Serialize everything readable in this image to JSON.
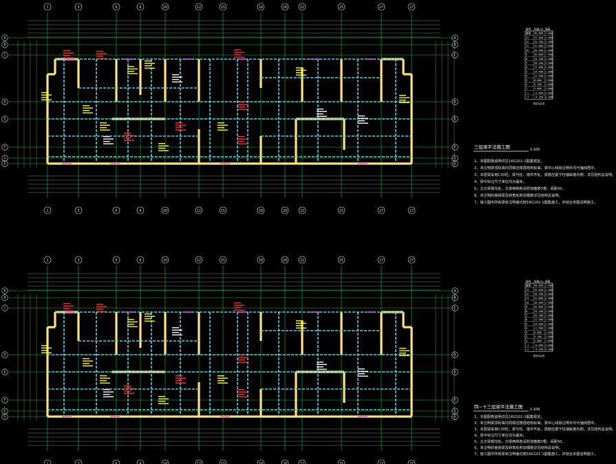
{
  "drawing": {
    "background": "#000000",
    "colors": {
      "axis": "#00c853",
      "wall": "#ffe27a",
      "beam": "#49d8e8",
      "grid": "#dcdcdc",
      "text_red": "#ff3030",
      "text_yellow": "#ffff00",
      "text_magenta": "#ff40ff",
      "text_white": "#ffffff"
    },
    "axis_labels_x": [
      "1",
      "3",
      "6",
      "8",
      "10",
      "12",
      "15",
      "18",
      "20",
      "22",
      "25",
      "27"
    ],
    "axis_labels_y": [
      "A",
      "B",
      "C",
      "D",
      "E",
      "F",
      "G"
    ],
    "plans": [
      {
        "title": "三层梁平法施工图",
        "scale": "1:100",
        "notes": [
          "1、本图配筋说明详见16G101-1图集规定。",
          "2、未注明梁顶标高均同相应楼层结构标高，梁中心线除注明外均与轴线居中。",
          "3、本层梁采用C30砼，梁与柱、墙平齐处，梁筋应置于柱墙纵筋内侧，详见结构总说明。",
          "4、梁中标注尺寸单位均为毫米。",
          "5、主次梁相交处，次梁两侧各设附加箍筋3根，间距50。",
          "6、未注明的悬挑梁及转角处附加钢筋详见结构总说明。",
          "7、施工图中所有梁未注明者均按16G101-1图集施工，并结合本图说明施工。"
        ],
        "table_caption": "楼层标高表"
      },
      {
        "title": "四~十三层梁平法施工图",
        "scale": "1:100",
        "notes": [
          "1、本图配筋说明详见16G101-1图集规定。",
          "2、未注明梁顶标高均同相应楼层结构标高，梁中心线除注明外均与轴线居中。",
          "3、本层梁采用C30砼，梁与柱、墙平齐处，梁筋应置于柱墙纵筋内侧，详见结构总说明。",
          "4、梁中标注尺寸单位均为毫米。",
          "5、主次梁相交处，次梁两侧各设附加箍筋3根，间距50。",
          "6、未注明的悬挑梁及转角处附加钢筋详见结构总说明。",
          "7、施工图中所有梁未注明者均按16G101-1图集施工，并结合本图说明施工。"
        ],
        "table_caption": "楼层标高表"
      }
    ],
    "floor_table": {
      "headers": [
        "层号",
        "标高(m)",
        "层高"
      ],
      "rows": [
        [
          "屋面",
          "40.600",
          "3.000"
        ],
        [
          "13",
          "37.600",
          "2.900"
        ],
        [
          "12",
          "34.700",
          "2.900"
        ],
        [
          "11",
          "31.800",
          "2.900"
        ],
        [
          "10",
          "28.900",
          "2.900"
        ],
        [
          "9",
          "26.000",
          "2.900"
        ],
        [
          "8",
          "23.100",
          "2.900"
        ],
        [
          "7",
          "20.200",
          "2.900"
        ],
        [
          "6",
          "17.300",
          "2.900"
        ],
        [
          "5",
          "14.400",
          "2.900"
        ],
        [
          "4",
          "11.500",
          "2.900"
        ],
        [
          "3",
          "8.600",
          "2.900"
        ],
        [
          "2",
          "5.700",
          "2.900"
        ],
        [
          "1",
          "2.800",
          "2.800"
        ],
        [
          "-1",
          "-0.050",
          "4.300"
        ],
        [
          "-2",
          "-4.350",
          "4.300"
        ]
      ]
    }
  }
}
